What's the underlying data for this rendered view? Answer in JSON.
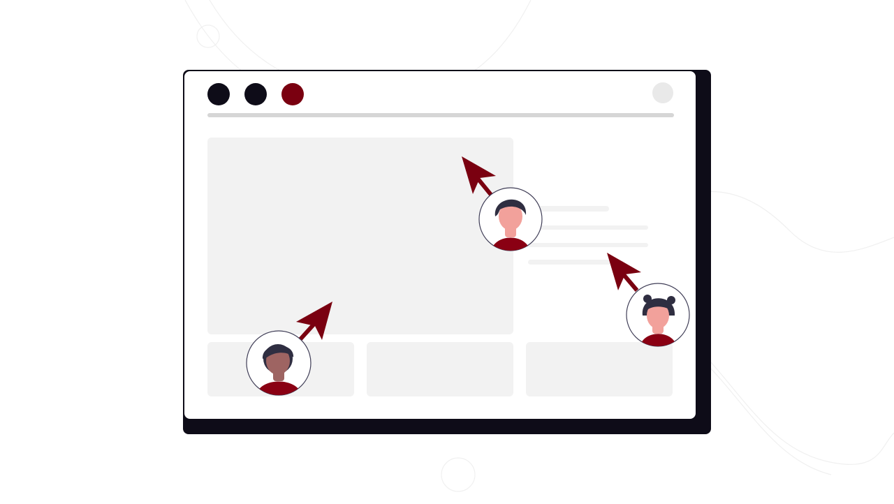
{
  "colors": {
    "frame_shadow": "#0e0c18",
    "window": "#ffffff",
    "traffic_dot_dark": "#0e0c18",
    "traffic_dot_accent": "#7a0010",
    "placeholder": "#f2f2f2",
    "address_bar": "#d6d6d6",
    "toolbar_circle": "#e9e9e9",
    "cursor": "#7a0010",
    "shirt": "#8a0013",
    "hair": "#2f2e41",
    "skin_light": "#f2a19b",
    "skin_dark": "#9e6462",
    "avatar_border": "#3f3d56"
  },
  "window": {
    "traffic_lights": [
      {
        "name": "window-dot-1",
        "color": "#0e0c18"
      },
      {
        "name": "window-dot-2",
        "color": "#0e0c18"
      },
      {
        "name": "window-dot-3",
        "color": "#7a0010"
      }
    ]
  },
  "collaborators": [
    {
      "name": "collaborator-1",
      "skin": "#9e6462",
      "hair_style": "short",
      "cursor_direction": "up-right"
    },
    {
      "name": "collaborator-2",
      "skin": "#f2a19b",
      "hair_style": "wavy",
      "cursor_direction": "up-left"
    },
    {
      "name": "collaborator-3",
      "skin": "#f2a19b",
      "hair_style": "buns",
      "cursor_direction": "up-left"
    }
  ]
}
